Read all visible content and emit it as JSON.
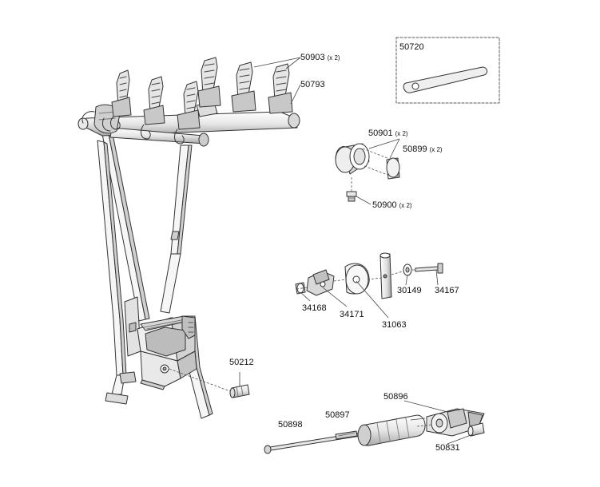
{
  "parts": {
    "p50903": {
      "number": "50903",
      "qty": "(x 2)"
    },
    "p50793": {
      "number": "50793",
      "qty": ""
    },
    "p50720": {
      "number": "50720",
      "qty": ""
    },
    "p50901": {
      "number": "50901",
      "qty": "(x 2)"
    },
    "p50899": {
      "number": "50899",
      "qty": "(x 2)"
    },
    "p50900": {
      "number": "50900",
      "qty": "(x 2)"
    },
    "p30149": {
      "number": "30149",
      "qty": ""
    },
    "p34167": {
      "number": "34167",
      "qty": ""
    },
    "p34168": {
      "number": "34168",
      "qty": ""
    },
    "p34171": {
      "number": "34171",
      "qty": ""
    },
    "p31063": {
      "number": "31063",
      "qty": ""
    },
    "p50212": {
      "number": "50212",
      "qty": ""
    },
    "p50896": {
      "number": "50896",
      "qty": ""
    },
    "p50897": {
      "number": "50897",
      "qty": ""
    },
    "p50898": {
      "number": "50898",
      "qty": ""
    },
    "p50831": {
      "number": "50831",
      "qty": ""
    }
  },
  "colors": {
    "line": "#333333",
    "fill": "#f4f4f4",
    "shade": "#cfcfcf",
    "dark": "#8a8a8a"
  }
}
